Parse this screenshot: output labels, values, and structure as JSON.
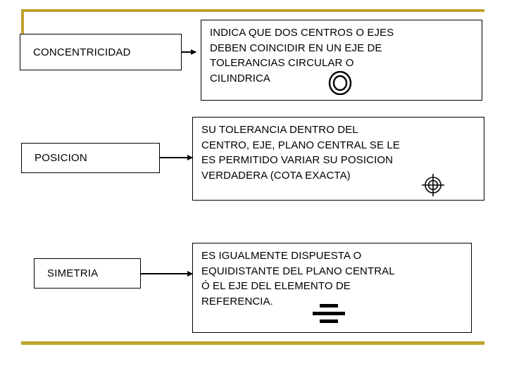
{
  "theme": {
    "accent_gold": "#bfa22e",
    "line_color": "#000000",
    "background": "#ffffff"
  },
  "rows": [
    {
      "label": "CONCENTRICIDAD",
      "symbol_name": "concentricity-symbol",
      "description_lines": [
        "INDICA QUE DOS CENTROS O EJES",
        "DEBEN COINCIDIR EN UN EJE DE",
        "TOLERANCIAS CIRCULAR O",
        "CILINDRICA"
      ]
    },
    {
      "label": "POSICION",
      "symbol_name": "position-symbol",
      "description_lines": [
        "SU TOLERANCIA DENTRO DEL",
        "CENTRO, EJE, PLANO CENTRAL SE LE",
        "ES PERMITIDO VARIAR SU POSICION",
        "VERDADERA (COTA EXACTA)"
      ]
    },
    {
      "label": "SIMETRIA",
      "symbol_name": "symmetry-symbol",
      "description_lines": [
        "ES  IGUALMENTE DISPUESTA O",
        "EQUIDISTANTE DEL PLANO CENTRAL",
        "Ó EL EJE DEL ELEMENTO DE",
        "REFERENCIA."
      ]
    }
  ]
}
